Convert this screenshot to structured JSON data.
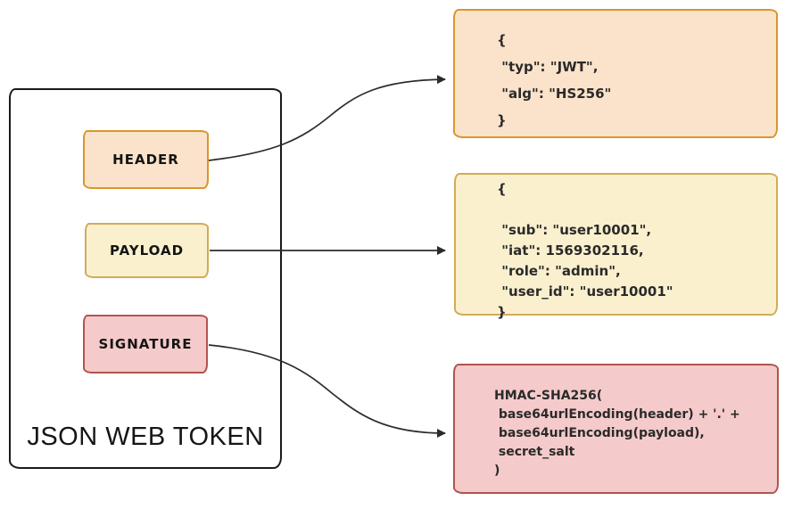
{
  "diagram": {
    "jwt": {
      "title": "JSON WEB TOKEN",
      "parts": [
        {
          "label": "HEADER"
        },
        {
          "label": "PAYLOAD"
        },
        {
          "label": "SIGNATURE"
        }
      ]
    },
    "details": {
      "header": {
        "lines": [
          "{",
          " \"typ\": \"JWT\",",
          " \"alg\": \"HS256\"",
          "}"
        ]
      },
      "payload": {
        "lines": [
          "{",
          "",
          " \"sub\": \"user10001\",",
          " \"iat\": 1569302116,",
          " \"role\": \"admin\",",
          " \"user_id\": \"user10001\"",
          "}"
        ]
      },
      "signature": {
        "lines": [
          "HMAC-SHA256(",
          " base64urlEncoding(header) + '.' +",
          " base64urlEncoding(payload),",
          " secret_salt",
          ")"
        ]
      }
    },
    "connections": [
      {
        "from": "HEADER",
        "to": "header-detail"
      },
      {
        "from": "PAYLOAD",
        "to": "payload-detail"
      },
      {
        "from": "SIGNATURE",
        "to": "signature-detail"
      }
    ],
    "colors": {
      "header_fill": "#fbe2ca",
      "header_border": "#d9962c",
      "payload_fill": "#fbf0ce",
      "payload_border": "#d2ab57",
      "signature_fill": "#f5caca",
      "signature_border": "#b25450",
      "outline": "#1a1a1a",
      "arrow": "#2b2b2b"
    }
  }
}
